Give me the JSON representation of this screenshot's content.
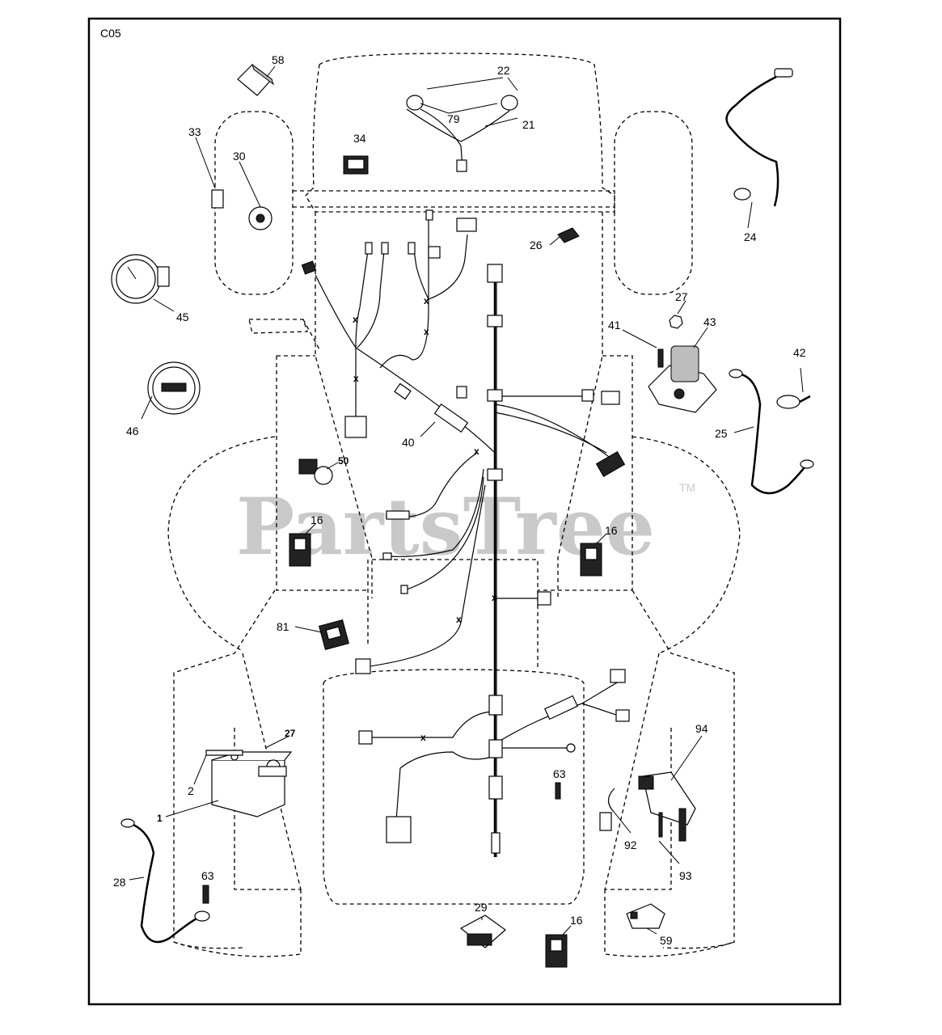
{
  "diagram": {
    "code": "C05",
    "watermark": "PartsTree",
    "trademark": "TM",
    "callouts": {
      "p58": "58",
      "p22": "22",
      "p79": "79",
      "p21": "21",
      "p34": "34",
      "p33": "33",
      "p30": "30",
      "p24": "24",
      "p26": "26",
      "p45": "45",
      "p27a": "27",
      "p41": "41",
      "p43": "43",
      "p42": "42",
      "p46": "46",
      "p25": "25",
      "p40": "40",
      "p50": "50",
      "p16a": "16",
      "p16b": "16",
      "p81": "81",
      "p27b": "27",
      "p94": "94",
      "p2": "2",
      "p1": "1",
      "p63a": "63",
      "p92": "92",
      "p93": "93",
      "p28": "28",
      "p63b": "63",
      "p29": "29",
      "p16c": "16",
      "p59": "59"
    }
  }
}
